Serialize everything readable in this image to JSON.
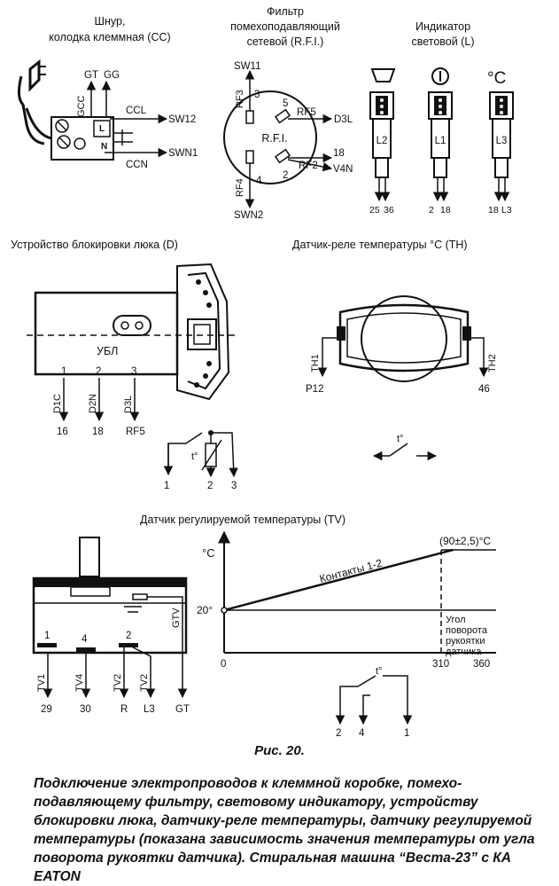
{
  "figure_label": "Рис. 20.",
  "caption": "Подключение электропроводов к клеммной коробке, помехо-подавляющему фильтру, световому индикатору, устройству блокировки люка, датчику-реле температуры, датчику регулируемой температуры (показана зависимость значения температуры от угла поворота рукоятки датчика). Стиральная машина “Веста-23” с КА EATON",
  "cc": {
    "title1": "Шнур,",
    "title2": "колодка клеммная (CC)",
    "wires": [
      "GT",
      "GG",
      "GCC",
      "CCL",
      "SW12",
      "L",
      "N",
      "CCN",
      "SWN1"
    ]
  },
  "rfi": {
    "title1": "Фильтр",
    "title2": "помехоподавляющий",
    "title3": "сетевой (R.F.I.)",
    "center": "R.F.I.",
    "labels": [
      "SW11",
      "RF3",
      "3",
      "5",
      "RF5",
      "D3L",
      "18",
      "RF2",
      "V4N",
      "2",
      "RF4",
      "4",
      "SWN2"
    ]
  },
  "indicator": {
    "title1": "Индикатор",
    "title2": "световой (L)",
    "degc": "°C",
    "lamps": [
      "L2",
      "L1",
      "L3"
    ],
    "wires": [
      "25",
      "36",
      "2",
      "18",
      "18",
      "L3"
    ]
  },
  "lock": {
    "title": "Устройство блокировки люка (D)",
    "label": "УБЛ",
    "pins": [
      "1",
      "2",
      "3"
    ],
    "wires": [
      "D1C",
      "D2N",
      "D3L"
    ],
    "ends": [
      "16",
      "18",
      "RF5"
    ],
    "t": "t°",
    "schem": [
      "1",
      "2",
      "3"
    ]
  },
  "th": {
    "title": "Датчик-реле температуры °C (TH)",
    "wires": [
      "TH1",
      "TH2"
    ],
    "ends": [
      "P12",
      "46"
    ],
    "t": "t°"
  },
  "tv": {
    "title": "Датчик регулируемой температуры (TV)",
    "pins": [
      "1",
      "4",
      "2"
    ],
    "wires": [
      "TV1",
      "TV4",
      "TV2",
      "TV2",
      "GTV"
    ],
    "ends": [
      "29",
      "30",
      "R",
      "L3",
      "GT"
    ],
    "schem": [
      "2",
      "4",
      "1"
    ],
    "t": "t°"
  },
  "chart_data": {
    "type": "line",
    "ylabel": "°C",
    "xlabel": "Угол поворота рукоятки датчика",
    "xlabel_lines": [
      "Угол",
      "поворота",
      "рукоятки",
      "датчика"
    ],
    "series": [
      {
        "name": "Контакты 1-2",
        "x": [
          0,
          310
        ],
        "y": [
          20,
          90
        ]
      }
    ],
    "xlim": [
      0,
      360
    ],
    "x_ticks": [
      "0",
      "310",
      "360"
    ],
    "y_ticks": [
      "20°"
    ],
    "annotation": "(90±2,5)°C"
  }
}
